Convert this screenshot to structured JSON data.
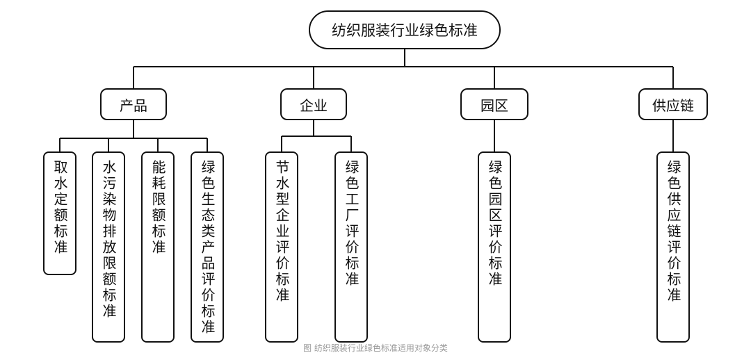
{
  "root": {
    "label": "纺织服装行业绿色标准"
  },
  "categories": [
    {
      "label": "产品",
      "leaves": [
        "取水定额标准",
        "水污染物排放限额标准",
        "能耗限额标准",
        "绿色生态类产品评价标准"
      ]
    },
    {
      "label": "企业",
      "leaves": [
        "节水型企业评价标准",
        "绿色工厂评价标准"
      ]
    },
    {
      "label": "园区",
      "leaves": [
        "绿色园区评价标准"
      ]
    },
    {
      "label": "供应链",
      "leaves": [
        "绿色供应链评价标准"
      ]
    }
  ],
  "caption": "图 纺织服装行业绿色标准适用对象分类"
}
